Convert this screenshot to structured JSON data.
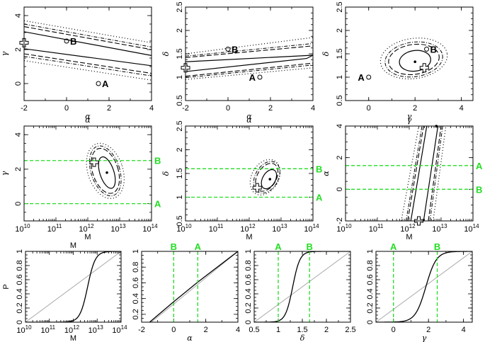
{
  "colors": {
    "reference_line": "#22dd22",
    "diagonal": "#aaaaaa",
    "contour": "#000000"
  },
  "chart_data": [
    {
      "id": "p11",
      "type": "line",
      "title": "",
      "xlabel": "α",
      "ylabel": "γ",
      "xlim": [
        -2,
        4
      ],
      "ylim": [
        -1,
        4.5
      ],
      "xticks": [
        -2,
        0,
        2,
        4
      ],
      "yticks": [
        0,
        2,
        4
      ],
      "frame": [
        34,
        10,
        214,
        142
      ],
      "contours": [
        {
          "style": "solid",
          "lines": [
            [
              [
                -2,
                3.05
              ],
              [
                4,
                1.65
              ]
            ],
            [
              [
                -2,
                2.05
              ],
              [
                4,
                1.05
              ]
            ]
          ]
        },
        {
          "style": "dash",
          "lines": [
            [
              [
                -2,
                3.35
              ],
              [
                4,
                2.0
              ]
            ],
            [
              [
                -2,
                1.75
              ],
              [
                4,
                0.6
              ]
            ]
          ]
        },
        {
          "style": "dashdot",
          "lines": [
            [
              [
                -2,
                3.5
              ],
              [
                4,
                2.15
              ]
            ],
            [
              [
                -2,
                1.6
              ],
              [
                4,
                0.45
              ]
            ]
          ]
        },
        {
          "style": "dot",
          "lines": [
            [
              [
                -2,
                3.7
              ],
              [
                4,
                2.4
              ]
            ],
            [
              [
                -2,
                1.35
              ],
              [
                4,
                0.2
              ]
            ]
          ]
        }
      ],
      "points": [
        {
          "label": "A",
          "x": 1.5,
          "y": 0.0,
          "label_side": "right"
        },
        {
          "label": "B",
          "x": 0.0,
          "y": 2.5,
          "label_side": "right"
        }
      ],
      "cross": {
        "x": -2.0,
        "y": 2.4
      }
    },
    {
      "id": "p12",
      "type": "line",
      "title": "",
      "xlabel": "α",
      "ylabel": "δ",
      "xlim": [
        -2,
        4
      ],
      "ylim": [
        0.5,
        2.5
      ],
      "xticks": [
        -2,
        0,
        2,
        4
      ],
      "yticks": [
        0.5,
        1,
        1.5,
        2,
        2.5
      ],
      "frame": [
        262,
        10,
        442,
        142
      ],
      "contours": [
        {
          "style": "solid",
          "lines": [
            [
              [
                -2,
                1.33
              ],
              [
                4,
                1.47
              ]
            ],
            [
              [
                -2,
                1.12
              ],
              [
                3.7,
                1.4
              ],
              [
                4,
                1.47
              ]
            ]
          ]
        },
        {
          "style": "dash",
          "lines": [
            [
              [
                -2,
                1.42
              ],
              [
                4,
                1.67
              ]
            ],
            [
              [
                -2,
                1.02
              ],
              [
                4,
                1.3
              ]
            ]
          ]
        },
        {
          "style": "dashdot",
          "lines": [
            [
              [
                -2,
                1.45
              ],
              [
                4,
                1.72
              ]
            ],
            [
              [
                -2,
                0.99
              ],
              [
                4,
                1.26
              ]
            ]
          ]
        },
        {
          "style": "dot",
          "lines": [
            [
              [
                -2,
                1.5
              ],
              [
                4,
                1.85
              ]
            ],
            [
              [
                -2,
                0.95
              ],
              [
                4,
                1.2
              ]
            ]
          ]
        }
      ],
      "points": [
        {
          "label": "A",
          "x": 1.5,
          "y": 1.0,
          "label_side": "left"
        },
        {
          "label": "B",
          "x": 0.0,
          "y": 1.6,
          "label_side": "right"
        }
      ],
      "cross": {
        "x": -2.0,
        "y": 1.2
      }
    },
    {
      "id": "p13",
      "type": "line",
      "title": "",
      "xlabel": "γ",
      "ylabel": "δ",
      "xlim": [
        -1,
        4.5
      ],
      "ylim": [
        0.5,
        2.5
      ],
      "xticks": [
        0,
        2,
        4
      ],
      "yticks": [
        0.5,
        1,
        1.5,
        2,
        2.5
      ],
      "frame": [
        488,
        10,
        668,
        142
      ],
      "ellipses": [
        {
          "style": "solid",
          "cx": 2.0,
          "cy": 1.35,
          "rx": 0.68,
          "ry": 0.22,
          "rot": -8
        },
        {
          "style": "dash",
          "cx": 1.95,
          "cy": 1.38,
          "rx": 1.1,
          "ry": 0.32,
          "rot": -8
        },
        {
          "style": "dashdot",
          "cx": 1.95,
          "cy": 1.38,
          "rx": 1.25,
          "ry": 0.37,
          "rot": -8
        },
        {
          "style": "dot",
          "cx": 1.95,
          "cy": 1.4,
          "rx": 1.45,
          "ry": 0.43,
          "rot": -8
        }
      ],
      "center": {
        "x": 2.0,
        "y": 1.33
      },
      "points": [
        {
          "label": "A",
          "x": 0.0,
          "y": 1.0,
          "label_side": "left"
        },
        {
          "label": "B",
          "x": 2.5,
          "y": 1.6,
          "label_side": "right"
        }
      ],
      "cross": {
        "x": 2.4,
        "y": 1.2
      }
    },
    {
      "id": "p21",
      "type": "line",
      "title": "α",
      "xlabel": "M",
      "ylabel": "γ",
      "xscale": "log",
      "xlim": [
        10,
        14
      ],
      "ylim": [
        -1,
        4.5
      ],
      "xticks": [
        10,
        11,
        12,
        13,
        14
      ],
      "xticklabels": [
        "10^10",
        "10^11",
        "10^12",
        "10^13",
        "10^14"
      ],
      "yticks": [
        0,
        2,
        4
      ],
      "frame": [
        34,
        178,
        214,
        312
      ],
      "ellipses": [
        {
          "style": "solid",
          "cx": 12.6,
          "cy": 1.8,
          "rx": 0.22,
          "ry": 0.95,
          "rot": -18
        },
        {
          "style": "dash",
          "cx": 12.55,
          "cy": 1.9,
          "rx": 0.4,
          "ry": 1.35,
          "rot": -18
        },
        {
          "style": "dashdot",
          "cx": 12.55,
          "cy": 1.9,
          "rx": 0.45,
          "ry": 1.5,
          "rot": -18
        },
        {
          "style": "dot",
          "cx": 12.55,
          "cy": 1.9,
          "rx": 0.55,
          "ry": 1.65,
          "rot": -18
        }
      ],
      "center": {
        "x": 12.6,
        "y": 1.8
      },
      "cross": {
        "x": 12.2,
        "y": 2.4
      },
      "ref_lines": [
        {
          "label": "B",
          "y": 2.5
        },
        {
          "label": "A",
          "y": 0.0
        }
      ]
    },
    {
      "id": "p22",
      "type": "line",
      "title": "α",
      "xlabel": "M",
      "ylabel": "δ",
      "xscale": "log",
      "xlim": [
        10,
        14
      ],
      "ylim": [
        0.5,
        2.5
      ],
      "xticks": [
        10,
        11,
        12,
        13,
        14
      ],
      "xticklabels": [
        "10^10",
        "10^11",
        "10^12",
        "10^13",
        "10^14"
      ],
      "yticks": [
        0.5,
        1,
        1.5,
        2,
        2.5
      ],
      "frame": [
        262,
        178,
        442,
        312
      ],
      "ellipses": [
        {
          "style": "solid",
          "cx": 12.62,
          "cy": 1.38,
          "rx": 0.2,
          "ry": 0.22,
          "rot": 30
        },
        {
          "style": "dash",
          "cx": 12.55,
          "cy": 1.42,
          "rx": 0.3,
          "ry": 0.32,
          "rot": 30
        },
        {
          "style": "dashdot",
          "cx": 12.55,
          "cy": 1.42,
          "rx": 0.36,
          "ry": 0.36,
          "rot": 30
        },
        {
          "style": "dot",
          "cx": 12.5,
          "cy": 1.42,
          "rx": 0.42,
          "ry": 0.4,
          "rot": 30
        }
      ],
      "center": {
        "x": 12.65,
        "y": 1.38
      },
      "cross": {
        "x": 12.25,
        "y": 1.2
      },
      "ref_lines": [
        {
          "label": "B",
          "y": 1.6
        },
        {
          "label": "A",
          "y": 1.0
        }
      ]
    },
    {
      "id": "p23",
      "type": "line",
      "title": "γ",
      "xlabel": "M",
      "ylabel": "α",
      "xscale": "log",
      "xlim": [
        10,
        14
      ],
      "ylim": [
        -2,
        4
      ],
      "xticks": [
        10,
        11,
        12,
        13,
        14
      ],
      "xticklabels": [
        "10^10",
        "10^11",
        "10^12",
        "10^13",
        "10^14"
      ],
      "yticks": [
        -2,
        0,
        2,
        4
      ],
      "frame": [
        488,
        178,
        668,
        312
      ],
      "contours": [
        {
          "style": "solid",
          "lines": [
            [
              [
                12.05,
                -2
              ],
              [
                12.55,
                4
              ]
            ],
            [
              [
                12.45,
                -2
              ],
              [
                12.9,
                4
              ]
            ]
          ]
        },
        {
          "style": "dash",
          "lines": [
            [
              [
                11.95,
                -2
              ],
              [
                12.45,
                4
              ]
            ],
            [
              [
                12.6,
                -2
              ],
              [
                13.0,
                4
              ]
            ]
          ]
        },
        {
          "style": "dashdot",
          "lines": [
            [
              [
                11.9,
                -2
              ],
              [
                12.4,
                4
              ]
            ],
            [
              [
                12.65,
                -2
              ],
              [
                13.05,
                4
              ]
            ]
          ]
        },
        {
          "style": "dot",
          "lines": [
            [
              [
                11.75,
                -2
              ],
              [
                12.3,
                4
              ]
            ],
            [
              [
                12.75,
                -2
              ],
              [
                13.15,
                4
              ]
            ]
          ]
        }
      ],
      "center": {
        "x": 12.85,
        "y": 4.0
      },
      "cross": {
        "x": 12.3,
        "y": -2.0
      },
      "ref_lines": [
        {
          "label": "A",
          "y": 1.5
        },
        {
          "label": "B",
          "y": 0.0
        }
      ]
    },
    {
      "id": "p31",
      "type": "line",
      "title": "M",
      "xlabel": "M",
      "ylabel": "P",
      "xscale": "log",
      "xlim": [
        10,
        14
      ],
      "ylim": [
        0,
        1
      ],
      "xticks": [
        10,
        11,
        12,
        13,
        14
      ],
      "xticklabels": [
        "10^10",
        "10^11",
        "10^12",
        "10^13",
        "10^14"
      ],
      "yticks": [
        0,
        0.2,
        0.4,
        0.6,
        0.8,
        1
      ],
      "frame": [
        36,
        355,
        171,
        455
      ],
      "cdf": {
        "type": "logistic",
        "mid": 12.6,
        "scale": 0.16
      },
      "diagonal": true
    },
    {
      "id": "p32",
      "type": "line",
      "title": "",
      "xlabel": "α",
      "ylabel": "",
      "xlim": [
        -2,
        4
      ],
      "ylim": [
        0.1,
        1
      ],
      "xticks": [
        -2,
        0,
        2,
        4
      ],
      "yticks": [
        0.2,
        0.4,
        0.6,
        0.8,
        1
      ],
      "frame": [
        200,
        355,
        336,
        455
      ],
      "cdf": {
        "type": "points",
        "pts": [
          [
            -1.5,
            0.1
          ],
          [
            0,
            0.36
          ],
          [
            1.5,
            0.61
          ],
          [
            4,
            1.0
          ]
        ]
      },
      "diagonal_pts": [
        [
          -1.4,
          0.1
        ],
        [
          0,
          0.33
        ],
        [
          1.5,
          0.58
        ],
        [
          4,
          1.0
        ]
      ],
      "ref_lines": [
        {
          "label": "B",
          "x": 0.0
        },
        {
          "label": "A",
          "x": 1.5
        }
      ]
    },
    {
      "id": "p33",
      "type": "line",
      "title": "",
      "xlabel": "δ",
      "ylabel": "",
      "xlim": [
        0.5,
        2.5
      ],
      "ylim": [
        0,
        1
      ],
      "xticks": [
        0.5,
        1,
        1.5,
        2,
        2.5
      ],
      "yticks": [
        0,
        0.2,
        0.4,
        0.6,
        0.8,
        1
      ],
      "frame": [
        359,
        355,
        495,
        455
      ],
      "cdf": {
        "type": "logistic",
        "mid": 1.3,
        "scale": 0.075
      },
      "diagonal": true,
      "ref_lines": [
        {
          "label": "A",
          "x": 1.0
        },
        {
          "label": "B",
          "x": 1.65
        }
      ]
    },
    {
      "id": "p34",
      "type": "line",
      "title": "",
      "xlabel": "γ",
      "ylabel": "",
      "xlim": [
        -1,
        4.5
      ],
      "ylim": [
        0,
        1
      ],
      "xticks": [
        0,
        2,
        4
      ],
      "yticks": [
        0,
        0.2,
        0.4,
        0.6,
        0.8,
        1
      ],
      "frame": [
        531,
        355,
        667,
        455
      ],
      "cdf": {
        "type": "logistic",
        "mid": 1.85,
        "scale": 0.3
      },
      "diagonal": true,
      "ref_lines": [
        {
          "label": "A",
          "x": 0.0
        },
        {
          "label": "B",
          "x": 2.5
        }
      ]
    }
  ]
}
